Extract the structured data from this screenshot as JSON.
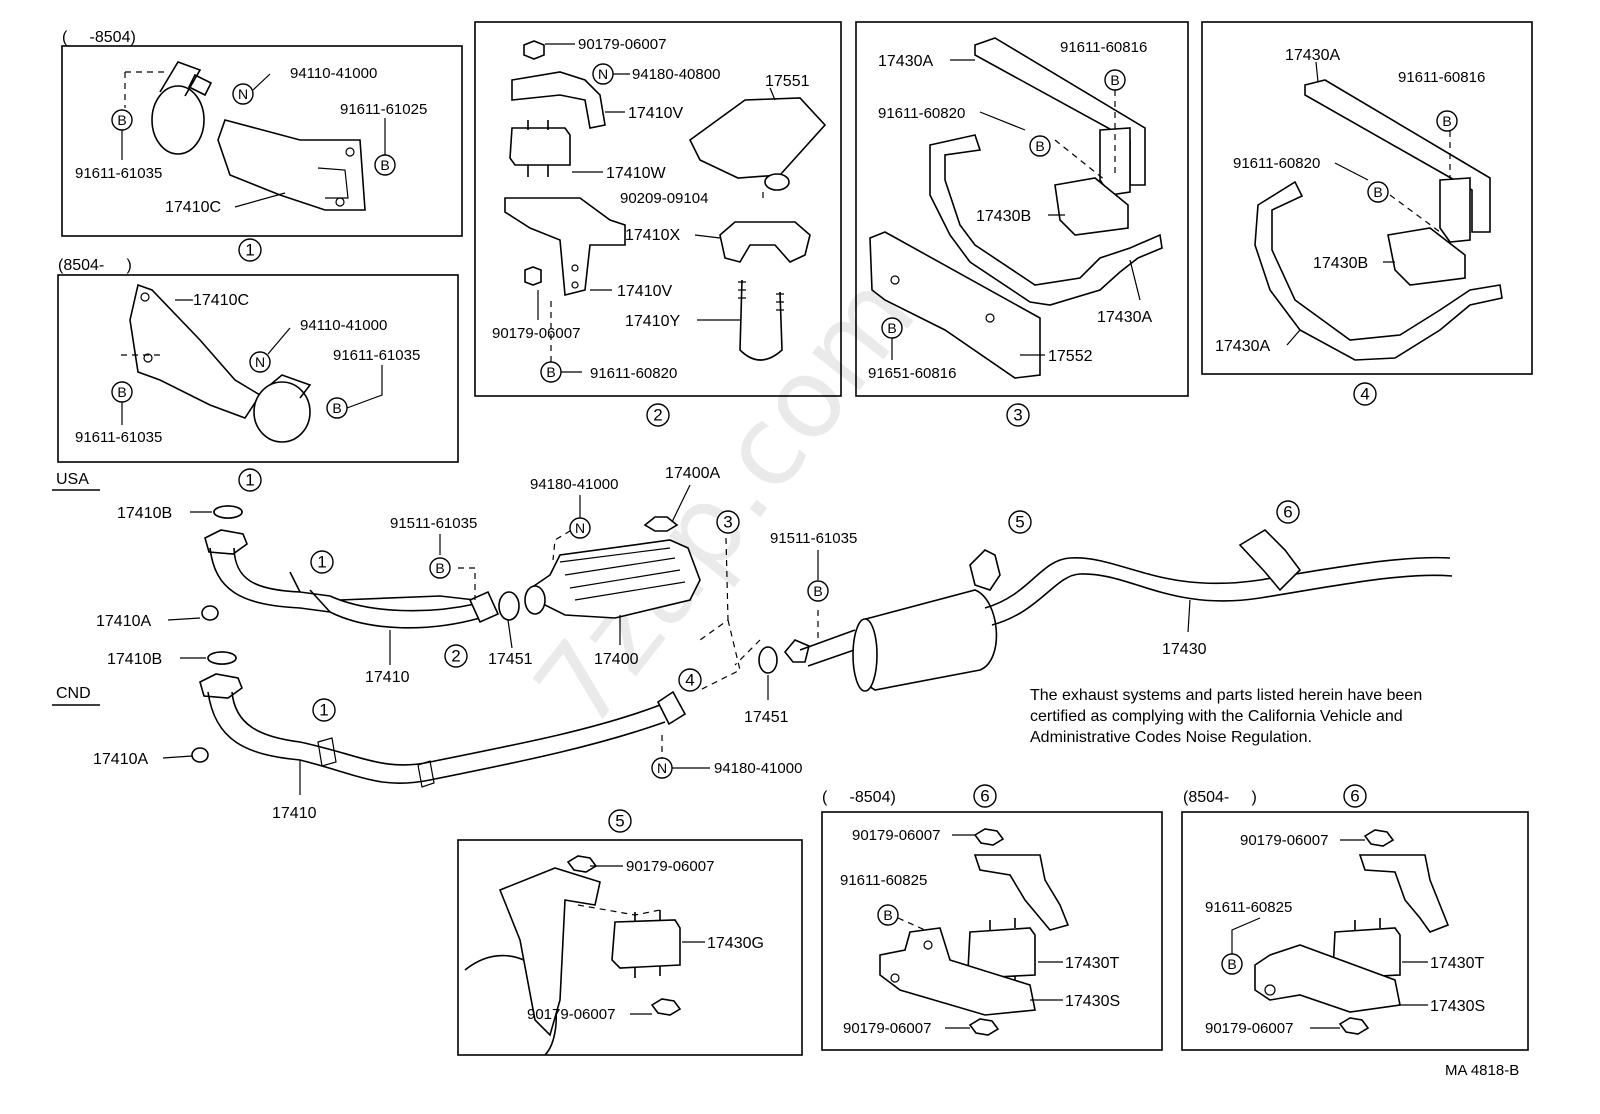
{
  "watermark": "7zap.com",
  "code": "MA 4818-B",
  "note": {
    "line1": "The exhaust systems and parts listed herein have been",
    "line2": "certified as complying with the California Vehicle and",
    "line3": "Administrative Codes Noise Regulation."
  },
  "markers": {
    "bolt": "B",
    "nut": "N"
  },
  "regions": {
    "usa": "USA",
    "cnd": "CND"
  },
  "index": {
    "n1": "1",
    "n2": "2",
    "n3": "3",
    "n4": "4",
    "n5": "5",
    "n6": "6"
  },
  "box1a": {
    "date": "(     -8504)",
    "p1": "94110-41000",
    "p2": "91611-61025",
    "p3": "91611-61035",
    "p4": "17410C"
  },
  "box1b": {
    "date": "(8504-     )",
    "p1": "17410C",
    "p2": "94110-41000",
    "p3": "91611-61035",
    "p4": "91611-61035"
  },
  "box2": {
    "p1": "90179-06007",
    "p2": "94180-40800",
    "p3": "17410V",
    "p4": "17551",
    "p5": "17410W",
    "p6": "90209-09104",
    "p7": "17410X",
    "p8": "17410V",
    "p9": "17410Y",
    "p10": "90179-06007",
    "p11": "91611-60820"
  },
  "box3": {
    "p1": "17430A",
    "p2": "91611-60816",
    "p3": "91611-60820",
    "p4": "17430B",
    "p5": "17430A",
    "p6": "17552",
    "p7": "91651-60816"
  },
  "box4": {
    "p1": "17430A",
    "p2": "91611-60816",
    "p3": "91611-60820",
    "p4": "17430B",
    "p5": "17430A"
  },
  "main": {
    "p_17410B_usa": "17410B",
    "p_17410A_usa": "17410A",
    "p_17410_usa": "17410",
    "p_91511_left": "91511-61035",
    "p_94180_top": "94180-41000",
    "p_17400A": "17400A",
    "p_17451_left": "17451",
    "p_17400": "17400",
    "p_91511_right": "91511-61035",
    "p_17451_right": "17451",
    "p_17430": "17430",
    "p_17410B_cnd": "17410B",
    "p_17410A_cnd": "17410A",
    "p_17410_cnd": "17410",
    "p_94180_bottom": "94180-41000"
  },
  "box5": {
    "p1": "90179-06007",
    "p2": "17430G",
    "p3": "90179-06007"
  },
  "box6a": {
    "date": "(     -8504)",
    "p1": "90179-06007",
    "p2": "91611-60825",
    "p3": "17430T",
    "p4": "17430S",
    "p5": "90179-06007"
  },
  "box6b": {
    "date": "(8504-     )",
    "p1": "90179-06007",
    "p2": "91611-60825",
    "p3": "17430T",
    "p4": "17430S",
    "p5": "90179-06007"
  }
}
